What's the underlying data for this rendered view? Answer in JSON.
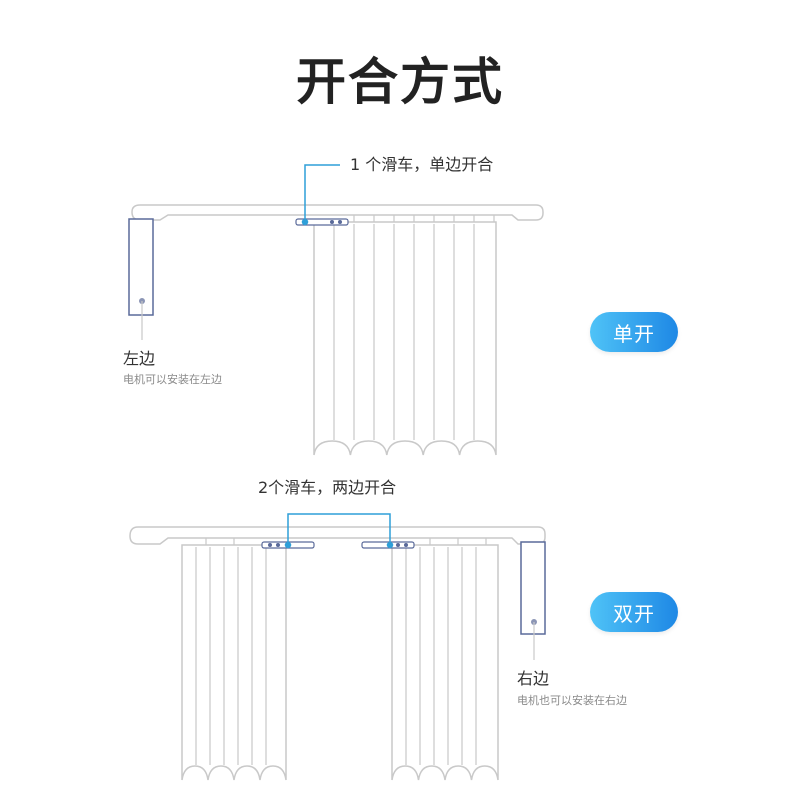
{
  "title": "开合方式",
  "top": {
    "callout": "1 个滑车，单边开合",
    "motor_label": "左边",
    "motor_note": "电机可以安装在左边",
    "mode_badge": "单开"
  },
  "bottom": {
    "callout": "2个滑车，两边开合",
    "motor_label": "右边",
    "motor_note": "电机也可以安装在右边",
    "mode_badge": "双开"
  },
  "colors": {
    "title": "#222222",
    "outline": "#c9c9c9",
    "motor": "#5a6a9a",
    "leader": "#2f9fd8",
    "badge_from": "#4fc3f7",
    "badge_to": "#1e88e5"
  }
}
